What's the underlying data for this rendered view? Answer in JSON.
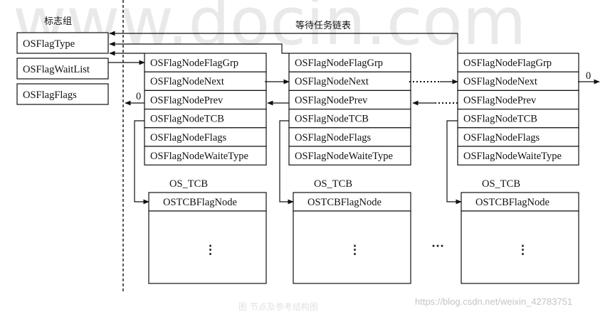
{
  "watermark": "www.docin.com",
  "group_label": "标志组",
  "wait_list_label": "等待任务链表",
  "group_fields": [
    "OSFlagType",
    "OSFlagWaitList",
    "OSFlagFlags"
  ],
  "node_fields": [
    "OSFlagNodeFlagGrp",
    "OSFlagNodeNext",
    "OSFlagNodePrev",
    "OSFlagNodeTCB",
    "OSFlagNodeFlags",
    "OSFlagNodeWaiteType"
  ],
  "tcb_label": "OS_TCB",
  "tcb_field": "OSTCBFlagNode",
  "vertical_ellipsis": "⋮",
  "horizontal_ellipsis": "···",
  "null_value": "0",
  "caption": "图     节点及参考结构图",
  "source_url": "https://blog.csdn.net/weixin_42783751"
}
